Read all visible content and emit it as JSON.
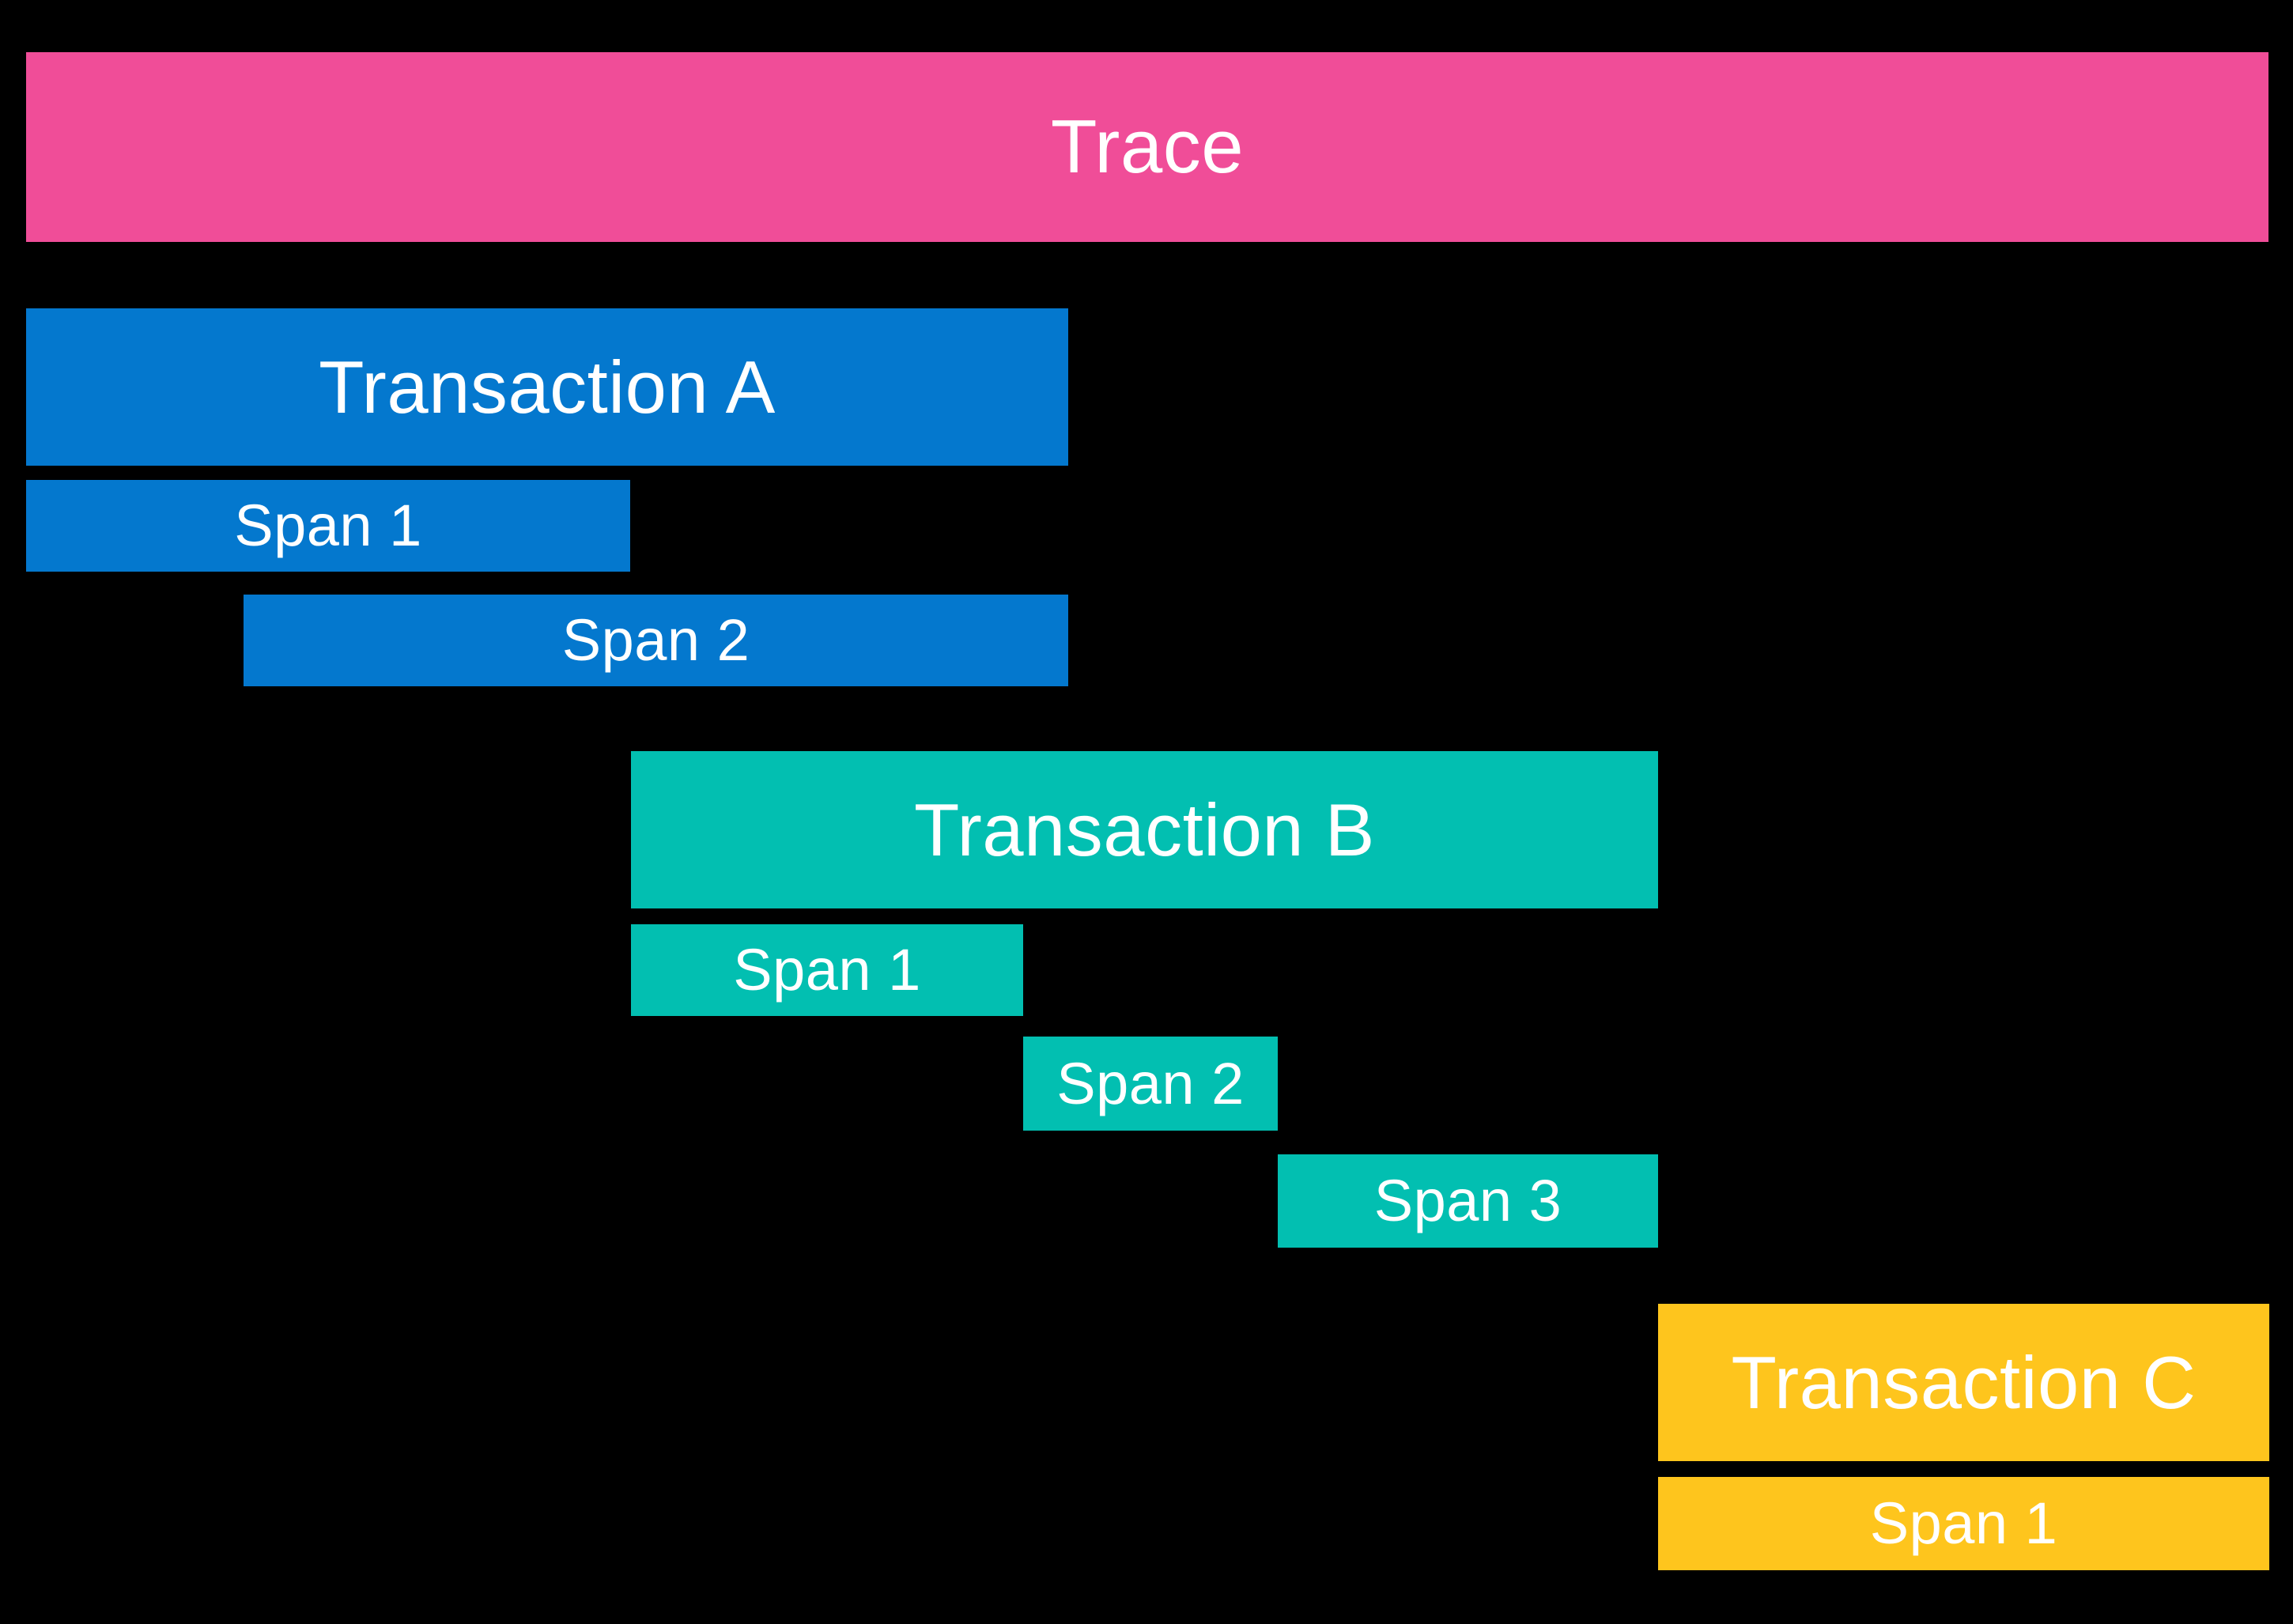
{
  "diagram": {
    "type": "trace-waterfall",
    "background_color": "#000000",
    "text_color": "#ffffff",
    "trace": {
      "label": "Trace",
      "color": "#f04d98"
    },
    "transactions": [
      {
        "label": "Transaction A",
        "color": "#0478ce",
        "spans": [
          {
            "label": "Span 1"
          },
          {
            "label": "Span 2"
          }
        ]
      },
      {
        "label": "Transaction B",
        "color": "#02bfb1",
        "spans": [
          {
            "label": "Span 1"
          },
          {
            "label": "Span 2"
          },
          {
            "label": "Span 3"
          }
        ]
      },
      {
        "label": "Transaction C",
        "color": "#fec51d",
        "spans": [
          {
            "label": "Span 1"
          }
        ]
      }
    ]
  }
}
